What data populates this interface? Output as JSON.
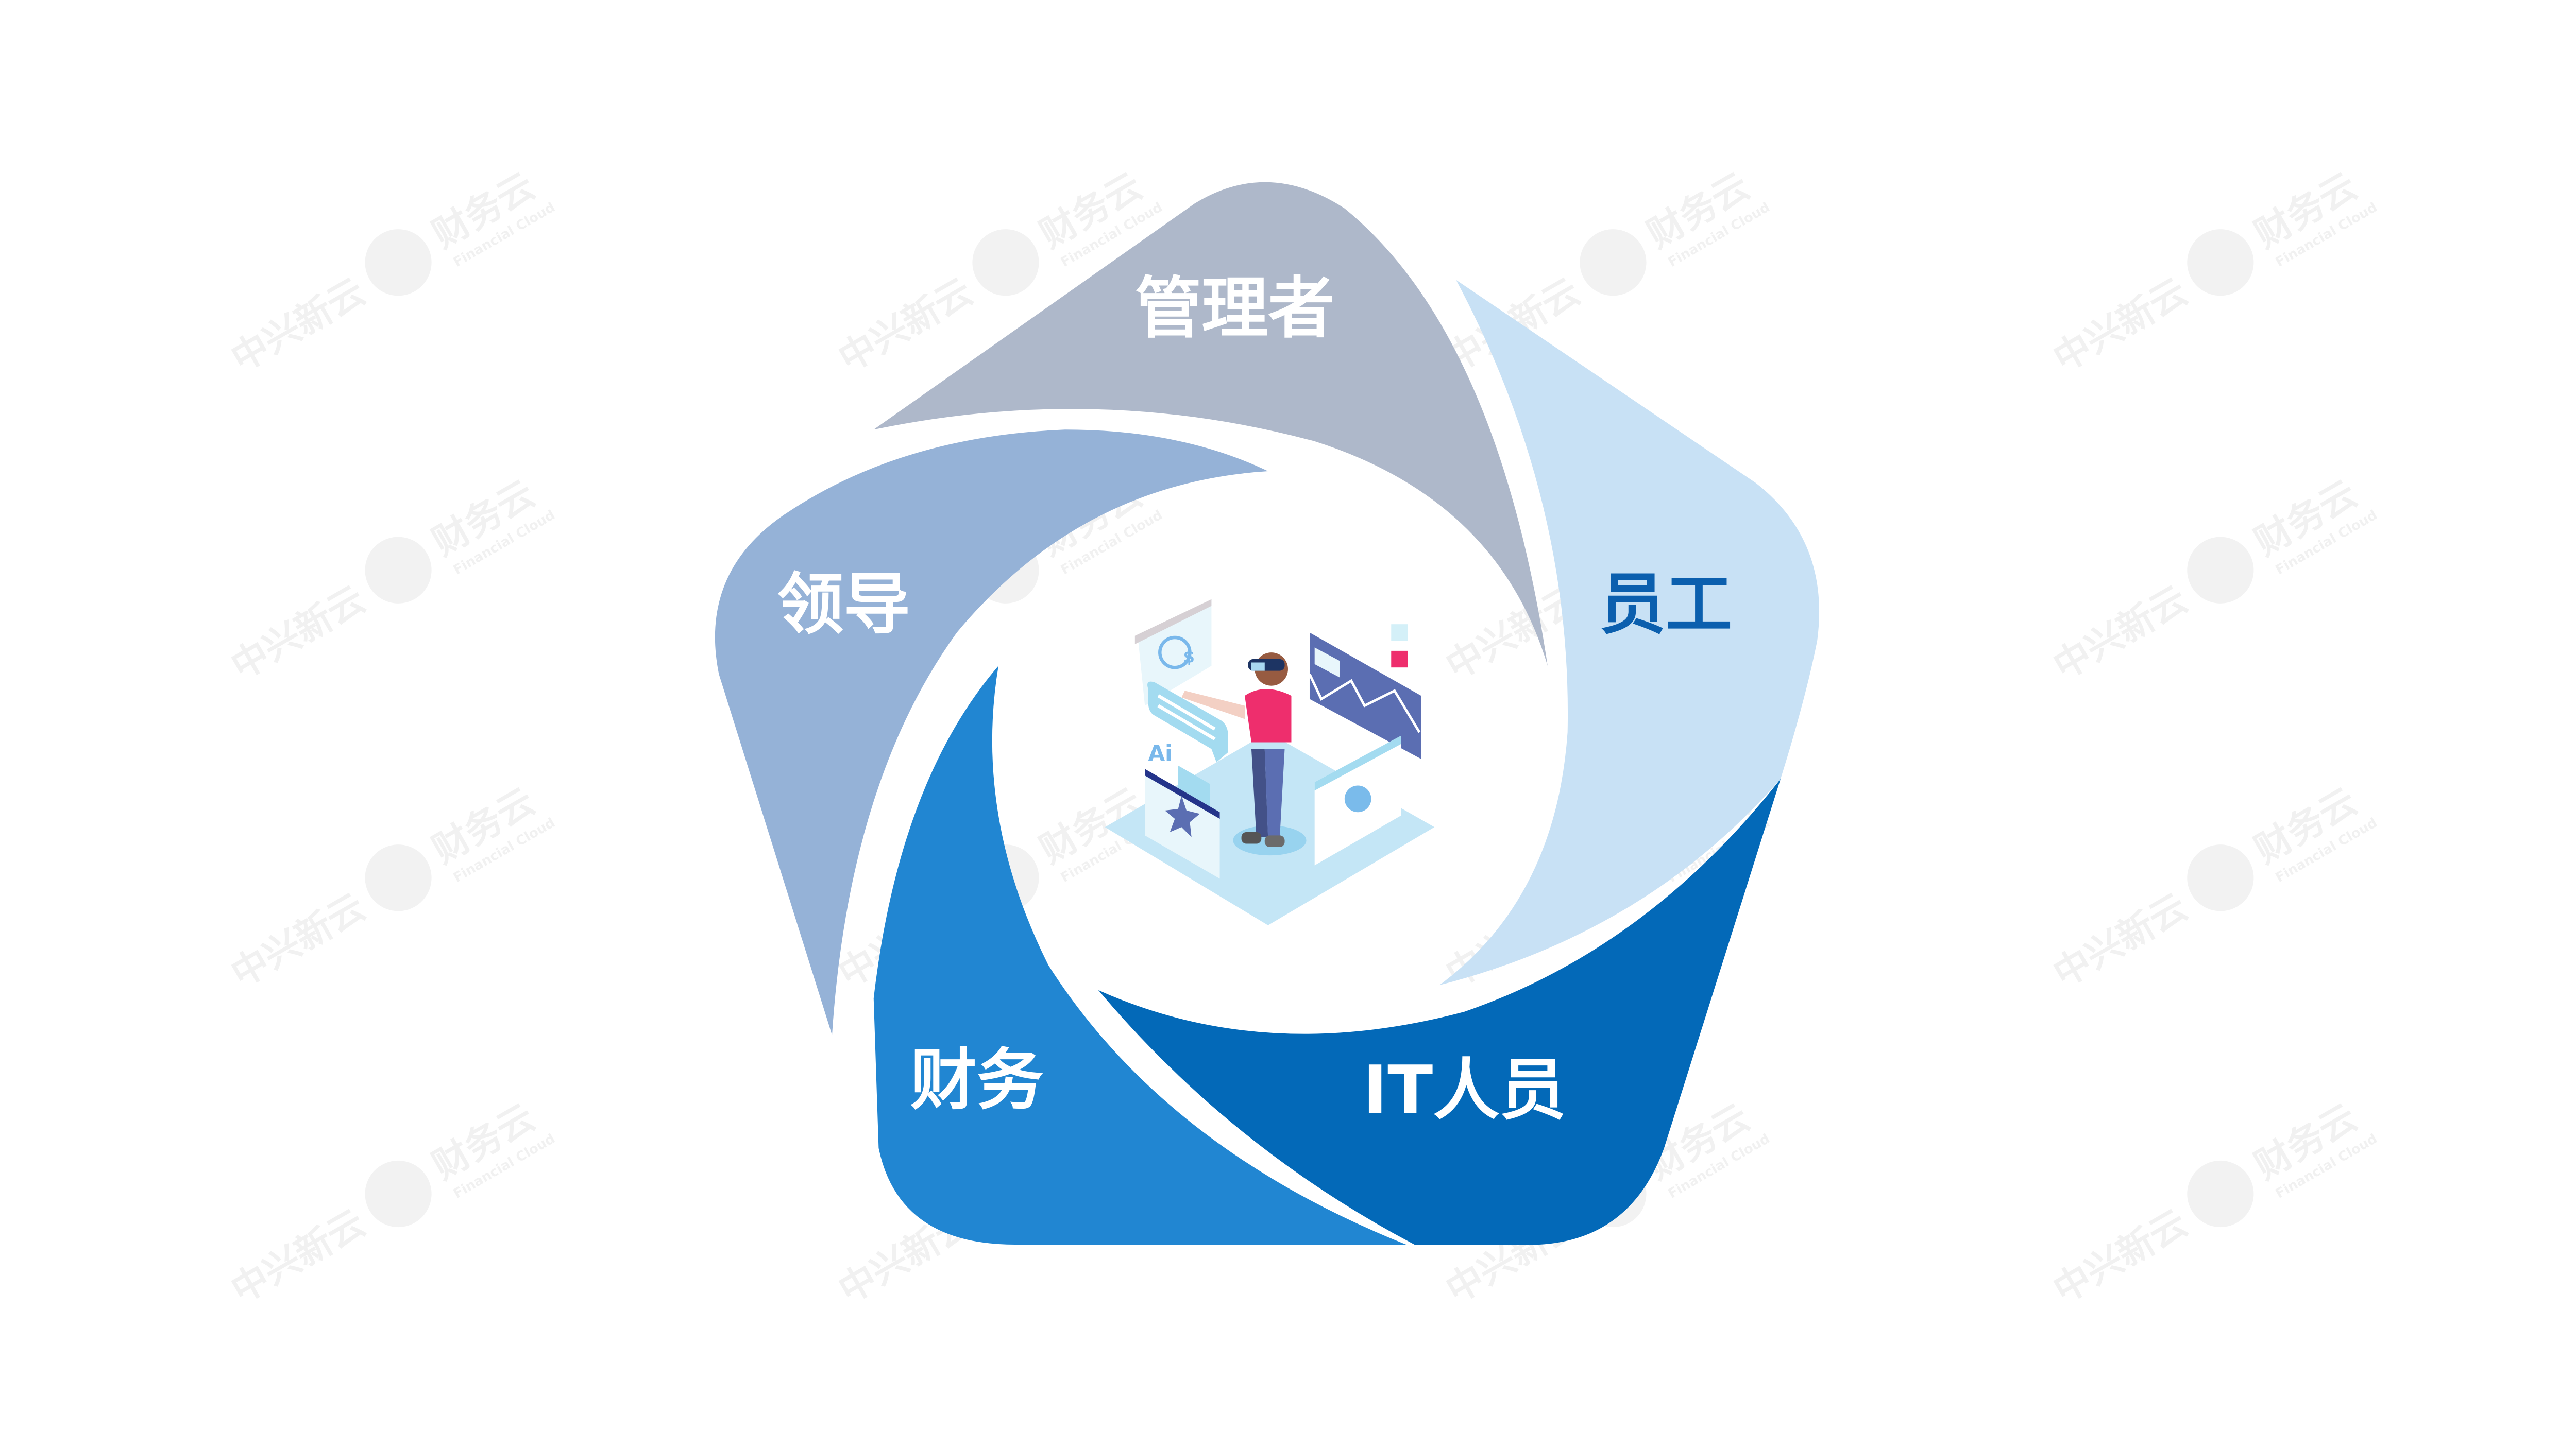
{
  "segments": [
    {
      "id": "manager",
      "label": "管理者",
      "color": "#AEB8CA",
      "text_color": "#FFFFFF"
    },
    {
      "id": "employee",
      "label": "员工",
      "color": "#C8E1F5",
      "text_color": "#0B5FAE"
    },
    {
      "id": "it-staff",
      "label": "IT人员",
      "color": "#0369B8",
      "text_color": "#FFFFFF"
    },
    {
      "id": "finance",
      "label": "财务",
      "color": "#2186D2",
      "text_color": "#FFFFFF"
    },
    {
      "id": "leader",
      "label": "领导",
      "color": "#95B2D7",
      "text_color": "#FFFFFF"
    }
  ],
  "illustration": {
    "ai_text": "Ai",
    "icons": [
      "clock-dollar-icon",
      "chat-bubble-icon",
      "envelope-icon",
      "star-document-icon",
      "line-chart-icon",
      "lightbulb-head-icon",
      "vr-person"
    ]
  },
  "watermark": {
    "brand_cn": "中兴新云",
    "product_cn": "财务云",
    "product_en": "Financial Cloud"
  }
}
